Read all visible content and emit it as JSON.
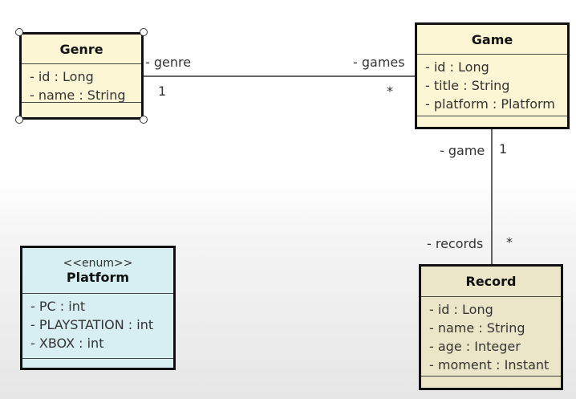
{
  "classes": {
    "genre": {
      "name": "Genre",
      "attrs": [
        "- id : Long",
        "- name : String"
      ]
    },
    "game": {
      "name": "Game",
      "attrs": [
        "- id : Long",
        "- title : String",
        "- platform : Platform"
      ]
    },
    "platform": {
      "stereotype": "<<enum>>",
      "name": "Platform",
      "attrs": [
        "- PC : int",
        "- PLAYSTATION : int",
        "- XBOX : int"
      ]
    },
    "record": {
      "name": "Record",
      "attrs": [
        "- id : Long",
        "- name : String",
        "- age : Integer",
        "- moment : Instant"
      ]
    }
  },
  "associations": {
    "genre_game": {
      "genre_role": "- genre",
      "genre_mult": "1",
      "game_role": "- games",
      "game_mult": "*"
    },
    "game_record": {
      "game_role": "- game",
      "game_mult": "1",
      "record_role": "- records",
      "record_mult": "*"
    }
  }
}
